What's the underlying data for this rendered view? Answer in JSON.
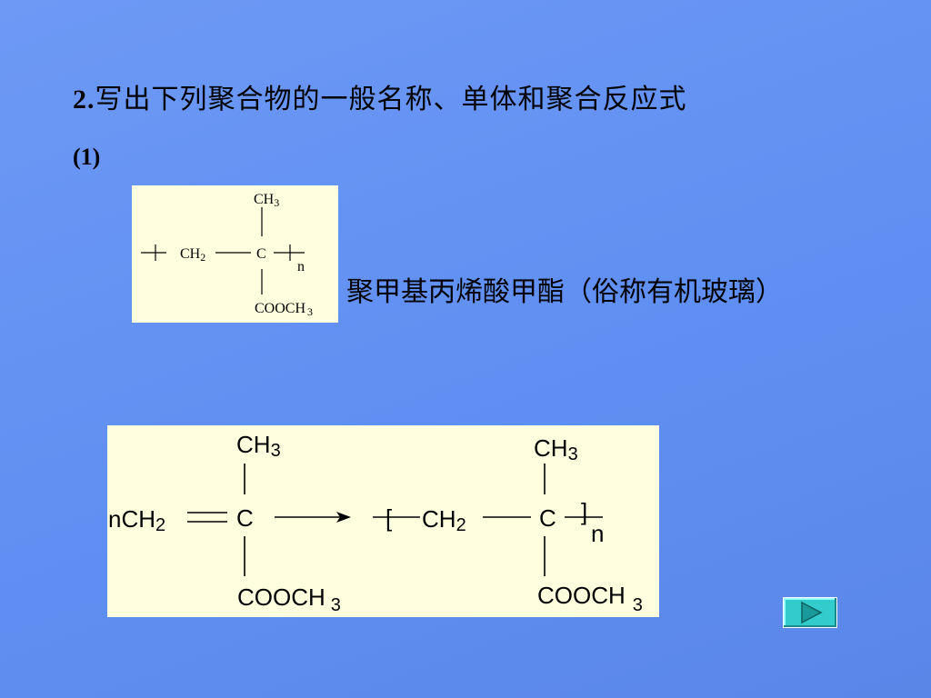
{
  "slide": {
    "title_number": "2.",
    "title_text": "写出下列聚合物的一般名称、单体和聚合反应式",
    "subtitle": "(1)",
    "polymer_name": "聚甲基丙烯酸甲酯（俗称有机玻璃）"
  },
  "structure1": {
    "ch3": "CH",
    "ch3_sub": "3",
    "ch2": "CH",
    "ch2_sub": "2",
    "c": "C",
    "n": "n",
    "cooch": "COOCH",
    "cooch_sub": "3"
  },
  "reaction": {
    "reactant_prefix": "nCH",
    "reactant_sub": "2",
    "ch3": "CH",
    "ch3_sub": "3",
    "c": "C",
    "cooch": "COOCH",
    "cooch_sub": "3",
    "bracket_open": "[",
    "bracket_close": "]",
    "ch2": "CH",
    "ch2_sub": "2",
    "n": "n"
  },
  "controls": {
    "next_icon": "play-triangle-icon",
    "button_color": "#33cccc"
  }
}
